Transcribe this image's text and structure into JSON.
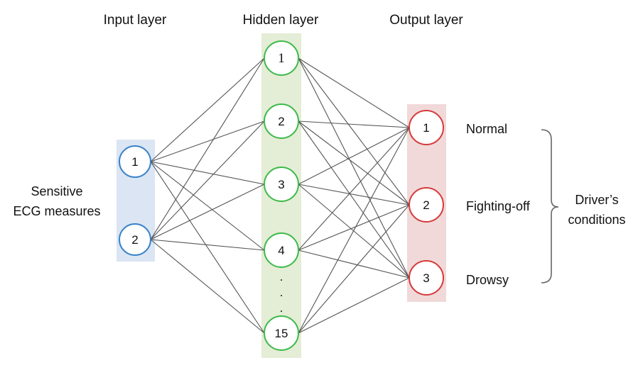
{
  "layers": {
    "input_title": "Input layer",
    "hidden_title": "Hidden layer",
    "output_title": "Output layer"
  },
  "input": {
    "side_label_line1": "Sensitive",
    "side_label_line2": "ECG measures",
    "nodes": [
      "1",
      "2"
    ]
  },
  "hidden": {
    "nodes": [
      "1",
      "2",
      "3",
      "4",
      "15"
    ],
    "ellipsis": [
      ".",
      ".",
      "."
    ]
  },
  "output": {
    "nodes": [
      "1",
      "2",
      "3"
    ],
    "classes": [
      "Normal",
      "Fighting-off",
      "Drowsy"
    ],
    "group_label_line1": "Driver’s",
    "group_label_line2": "conditions"
  },
  "colors": {
    "input_node": "#3a83c9",
    "input_band": "#dbe5f3",
    "hidden_node": "#3cba4a",
    "hidden_band": "#e4edd5",
    "output_node": "#d63a3a",
    "output_band": "#f1d9d9",
    "node_fill": "#ffffff",
    "connection": "#555555"
  }
}
